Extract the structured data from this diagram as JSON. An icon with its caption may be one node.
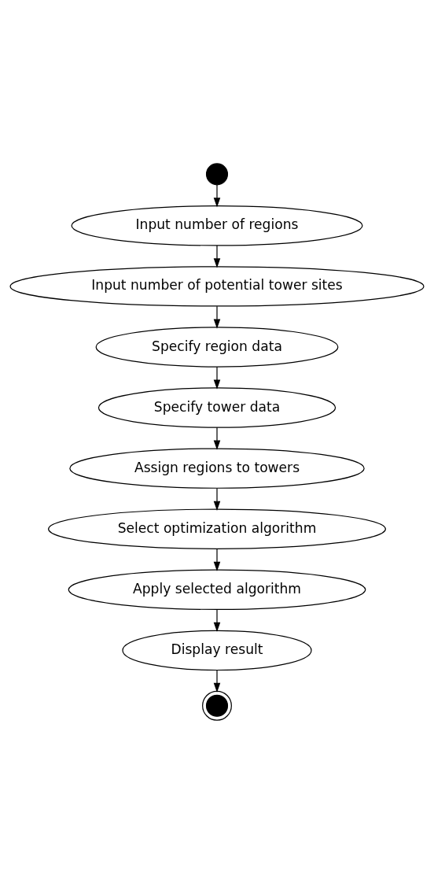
{
  "diagram": {
    "nodes": [
      {
        "text": [],
        "shape": "circle"
      },
      {
        "text": [
          "Input number of regions"
        ]
      },
      {
        "text": [
          "Input number of potential tower sites"
        ]
      },
      {
        "text": [
          "Specify region data"
        ]
      },
      {
        "text": [
          "Specify tower data"
        ]
      },
      {
        "text": [
          "Assign regions to towers"
        ]
      },
      {
        "text": [
          "Select optimization algorithm"
        ]
      },
      {
        "text": [
          "Apply selected algorithm"
        ]
      },
      {
        "text": [
          "Display result"
        ]
      },
      {
        "text": [],
        "shape": "bullseye"
      }
    ],
    "edges": [
      {
        "from": 0,
        "to": 1,
        "arrow": "to"
      },
      {
        "from": 1,
        "to": 2,
        "arrow": "to"
      },
      {
        "from": 2,
        "to": 3,
        "arrow": "to"
      },
      {
        "from": 3,
        "to": 4,
        "arrow": "to"
      },
      {
        "from": 4,
        "to": 5,
        "arrow": "to"
      },
      {
        "from": 5,
        "to": 6,
        "arrow": "to"
      },
      {
        "from": 6,
        "to": 7,
        "arrow": "to"
      },
      {
        "from": 7,
        "to": 8,
        "arrow": "to"
      },
      {
        "from": 8,
        "to": 9,
        "arrow": "to"
      }
    ]
  }
}
